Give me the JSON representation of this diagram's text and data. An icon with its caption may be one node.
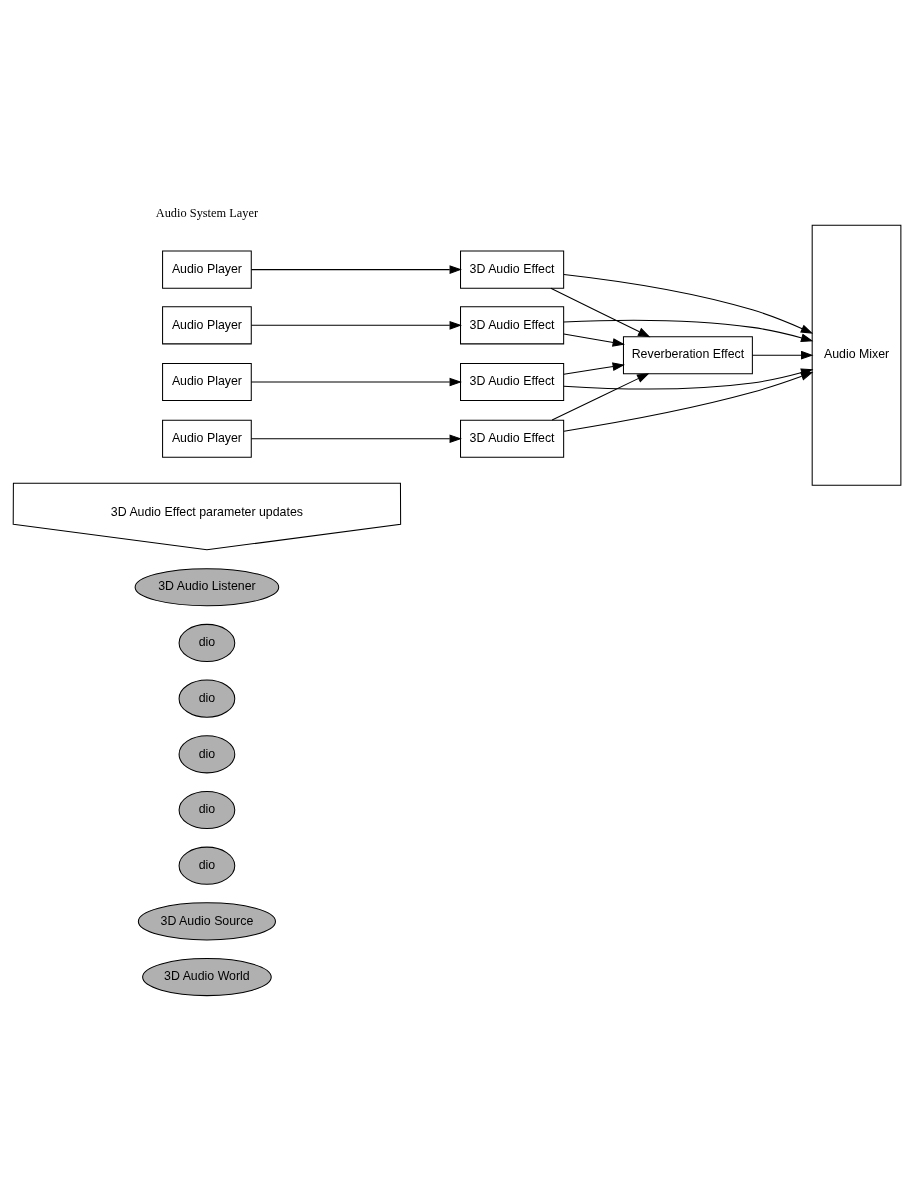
{
  "diagram": {
    "nodes": [
      {
        "text": [
          "3D Audio World"
        ]
      },
      {
        "text": [
          "3D Audio Source"
        ]
      },
      {
        "text": [
          "dio"
        ]
      },
      {
        "text": [
          "dio"
        ]
      },
      {
        "text": [
          "dio"
        ]
      },
      {
        "text": [
          "dio"
        ]
      },
      {
        "text": [
          "dio"
        ]
      },
      {
        "text": [
          "3D Audio Listener"
        ]
      },
      {
        "text": [
          "3D Audio Effect parameter updates"
        ]
      },
      {
        "text": [
          "Reverberation Effect"
        ]
      },
      {
        "text": [
          "Audio Mixer"
        ]
      },
      {
        "text": [
          "Audio Player"
        ]
      },
      {
        "text": [
          "3D Audio Effect"
        ]
      },
      {
        "text": [
          "Audio Player"
        ]
      },
      {
        "text": [
          "3D Audio Effect"
        ]
      },
      {
        "text": [
          "Audio Player"
        ]
      },
      {
        "text": [
          "3D Audio Effect"
        ]
      },
      {
        "text": [
          "Audio Player"
        ]
      },
      {
        "text": [
          "3D Audio Effect"
        ]
      }
    ],
    "edges": [
      {
        "from": 9,
        "to": 10,
        "arrow": "to"
      },
      {
        "from": 11,
        "to": 12,
        "arrow": "to"
      },
      {
        "from": 12,
        "to": 9,
        "arrow": "to"
      },
      {
        "from": 12,
        "to": 10,
        "arrow": "to"
      },
      {
        "from": 13,
        "to": 14,
        "arrow": "to"
      },
      {
        "from": 14,
        "to": 9,
        "arrow": "to"
      },
      {
        "from": 14,
        "to": 10,
        "arrow": "to"
      },
      {
        "from": 15,
        "to": 16,
        "arrow": "to"
      },
      {
        "from": 16,
        "to": 9,
        "arrow": "to"
      },
      {
        "from": 16,
        "to": 10,
        "arrow": "to"
      },
      {
        "from": 17,
        "to": 18,
        "arrow": "to"
      },
      {
        "from": 18,
        "to": 9,
        "arrow": "to"
      },
      {
        "from": 18,
        "to": 10,
        "arrow": "to"
      }
    ],
    "labels": [
      "Audio System Layer"
    ]
  }
}
